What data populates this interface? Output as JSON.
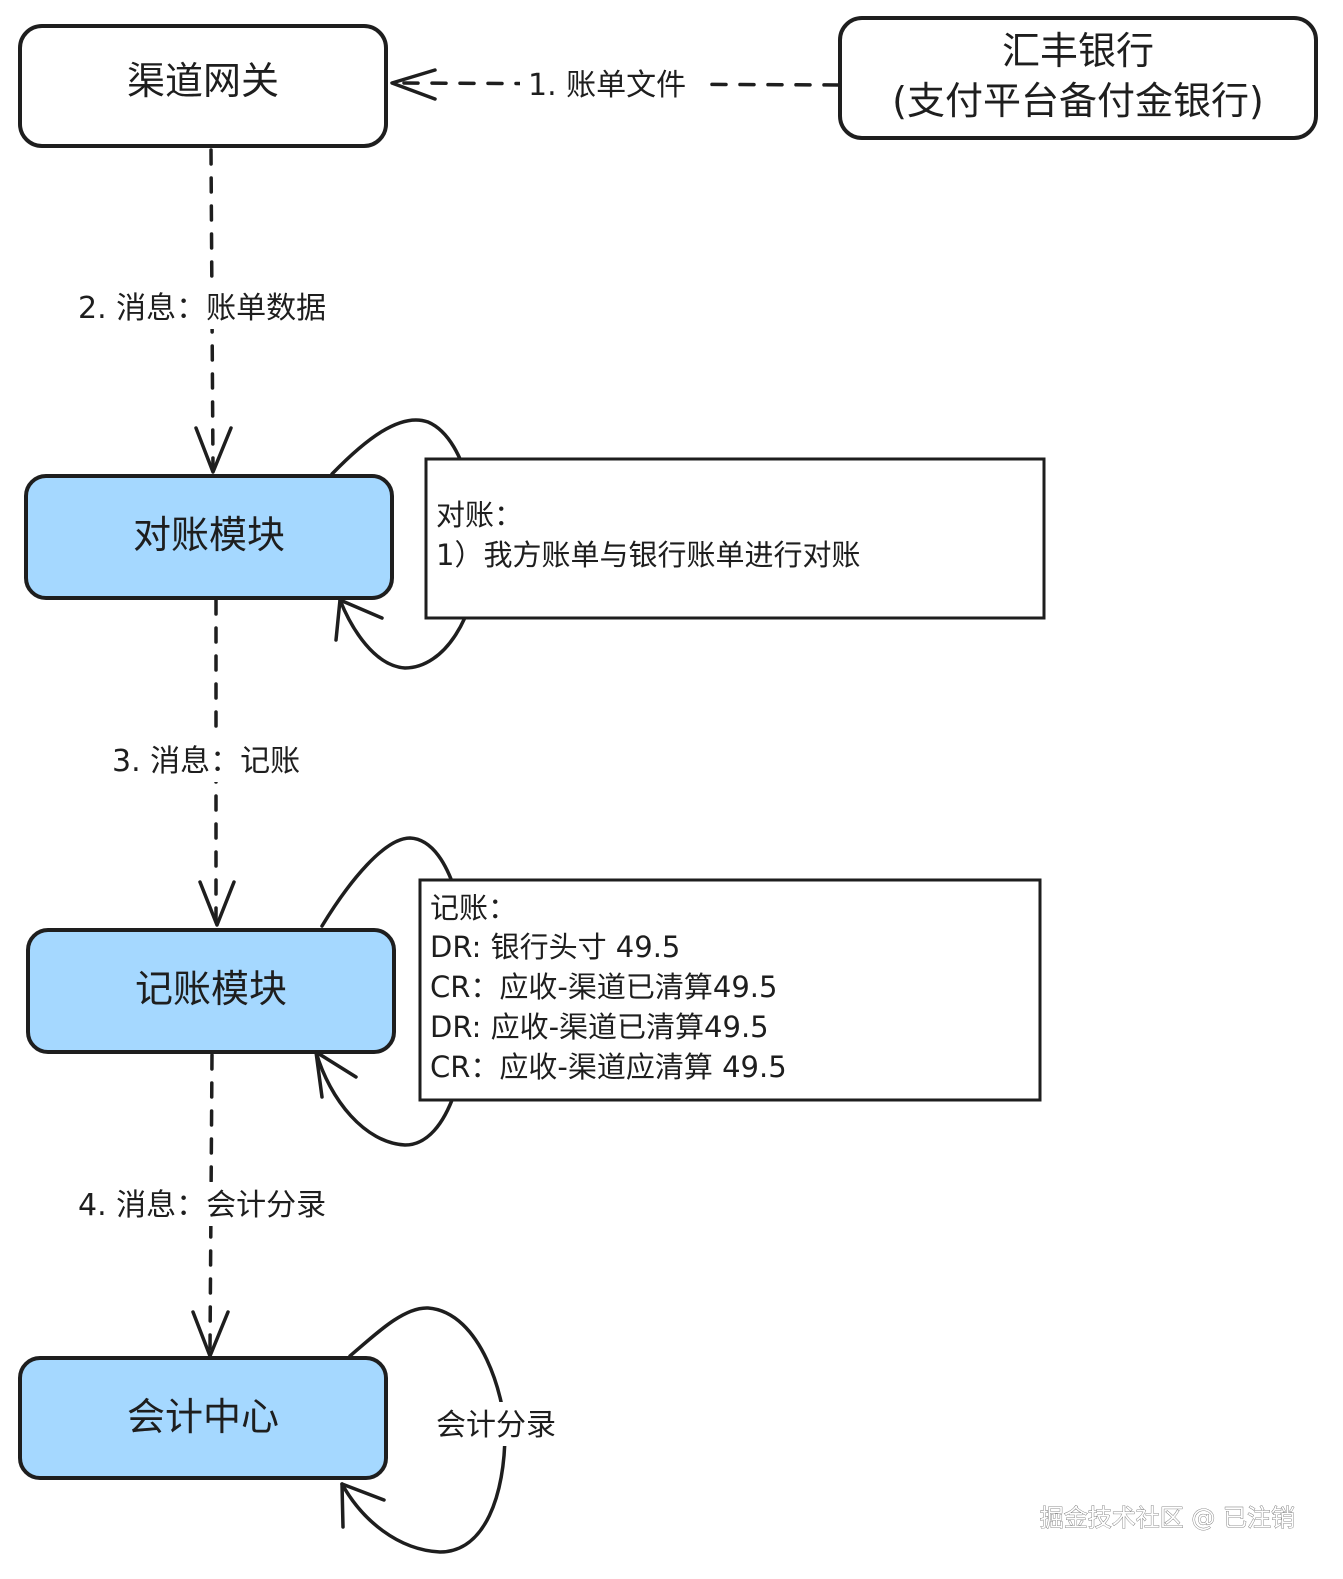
{
  "nodes": {
    "gateway": "渠道网关",
    "bank_line1": "汇丰银行",
    "bank_line2": "(支付平台备付金银行)",
    "reconcile": "对账模块",
    "bookkeeping": "记账模块",
    "accounting": "会计中心"
  },
  "edges": {
    "e1": "1. 账单文件",
    "e2": "2. 消息：账单数据",
    "e3": "3. 消息：记账",
    "e4": "4. 消息：会计分录",
    "self_loop_accounting": "会计分录"
  },
  "notes": {
    "reconcile": [
      "对账：",
      "1）我方账单与银行账单进行对账"
    ],
    "bookkeeping": [
      "记账：",
      "DR: 银行头寸 49.5",
      "CR：应收-渠道已清算49.5",
      "DR: 应收-渠道已清算49.5",
      "CR：应收-渠道应清算 49.5"
    ]
  },
  "watermark": "掘金技术社区 @ 已注销",
  "colors": {
    "module_fill": "#a5d8ff",
    "stroke": "#1e1e1e",
    "background": "#ffffff"
  }
}
